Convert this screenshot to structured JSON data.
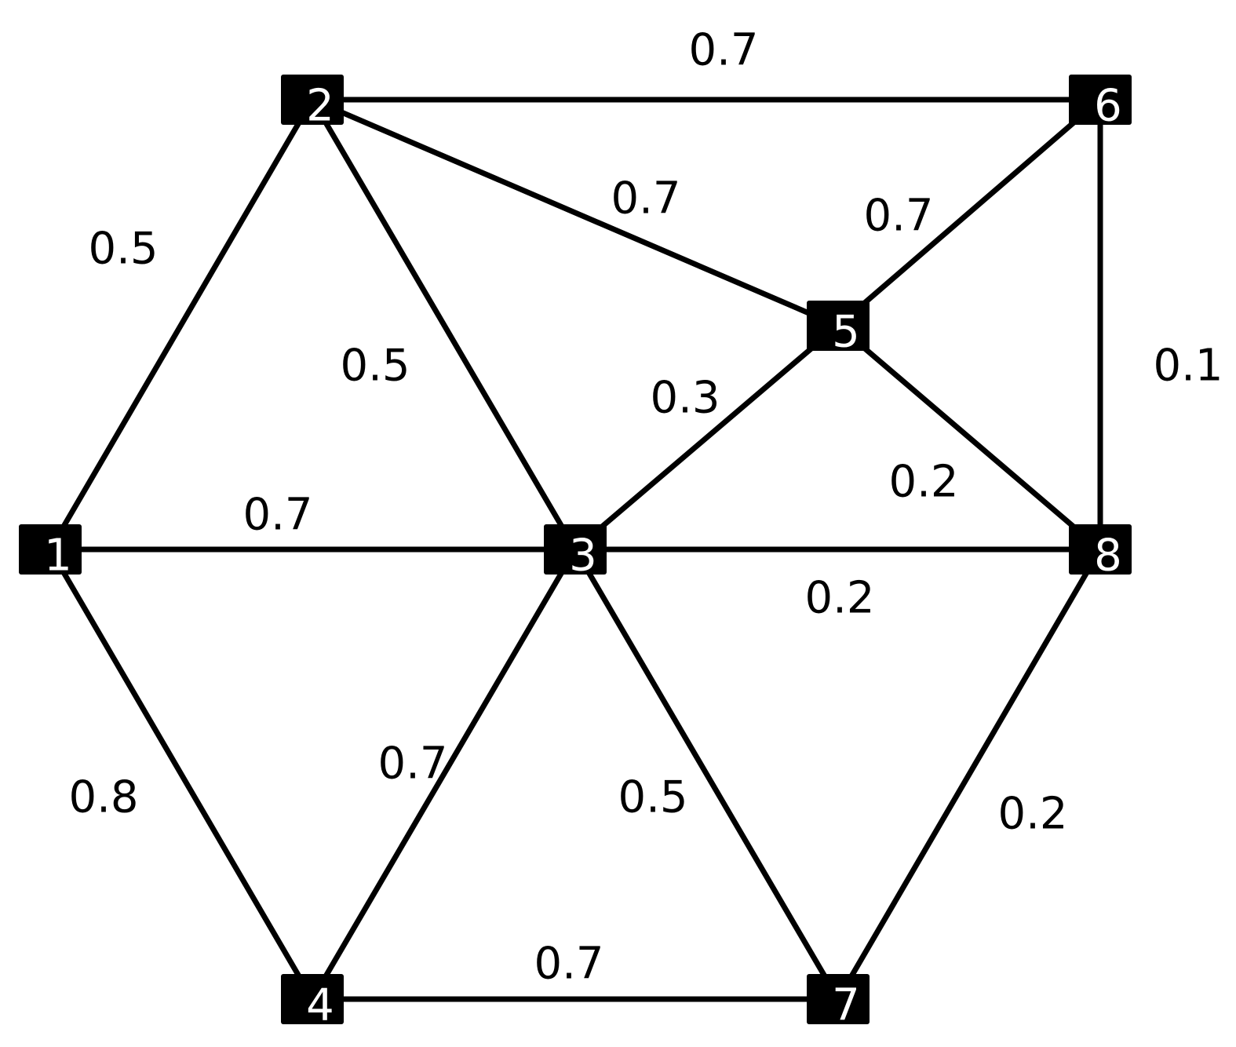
{
  "nodes": [
    {
      "id": "1",
      "label": "1"
    },
    {
      "id": "2",
      "label": "2"
    },
    {
      "id": "3",
      "label": "3"
    },
    {
      "id": "4",
      "label": "4"
    },
    {
      "id": "5",
      "label": "5"
    },
    {
      "id": "6",
      "label": "6"
    },
    {
      "id": "7",
      "label": "7"
    },
    {
      "id": "8",
      "label": "8"
    }
  ],
  "edges": [
    {
      "from": "2",
      "to": "6",
      "weight": "0.7"
    },
    {
      "from": "1",
      "to": "2",
      "weight": "0.5"
    },
    {
      "from": "2",
      "to": "5",
      "weight": "0.7"
    },
    {
      "from": "5",
      "to": "6",
      "weight": "0.7"
    },
    {
      "from": "2",
      "to": "3",
      "weight": "0.5"
    },
    {
      "from": "6",
      "to": "8",
      "weight": "0.1"
    },
    {
      "from": "3",
      "to": "5",
      "weight": "0.3"
    },
    {
      "from": "5",
      "to": "8",
      "weight": "0.2"
    },
    {
      "from": "1",
      "to": "3",
      "weight": "0.7"
    },
    {
      "from": "3",
      "to": "8",
      "weight": "0.2"
    },
    {
      "from": "3",
      "to": "4",
      "weight": "0.7"
    },
    {
      "from": "1",
      "to": "4",
      "weight": "0.8"
    },
    {
      "from": "3",
      "to": "7",
      "weight": "0.5"
    },
    {
      "from": "7",
      "to": "8",
      "weight": "0.2"
    },
    {
      "from": "4",
      "to": "7",
      "weight": "0.7"
    }
  ]
}
